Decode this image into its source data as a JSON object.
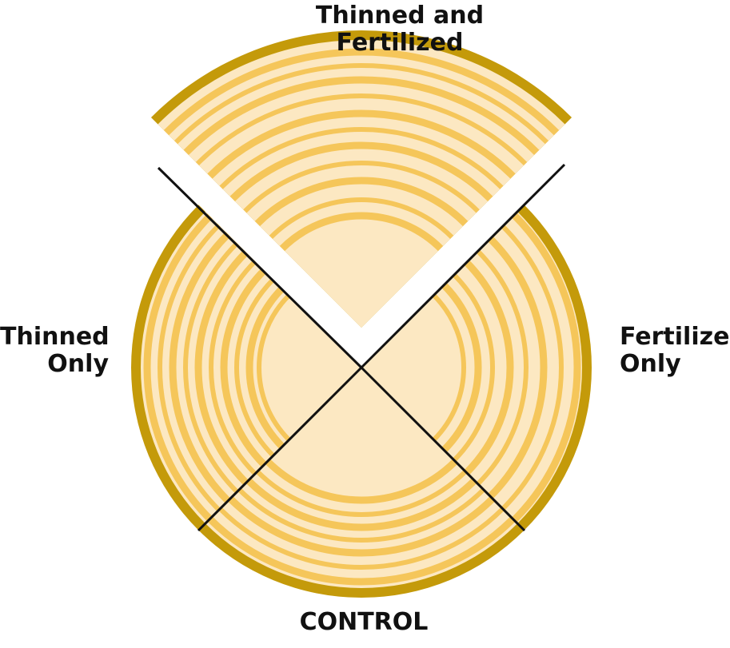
{
  "diagram": {
    "labels": {
      "top": [
        "Thinned and",
        "Fertilized"
      ],
      "left": [
        "Thinned",
        "Only"
      ],
      "right": [
        "Fertilized",
        "Only"
      ],
      "bottom": [
        "CONTROL"
      ]
    },
    "colors": {
      "bark": "#c49a0a",
      "bark_dark": "#8a6a10",
      "wood_light": "#fce8c2",
      "ring": "#f5c65a",
      "divider": "#111111"
    }
  }
}
